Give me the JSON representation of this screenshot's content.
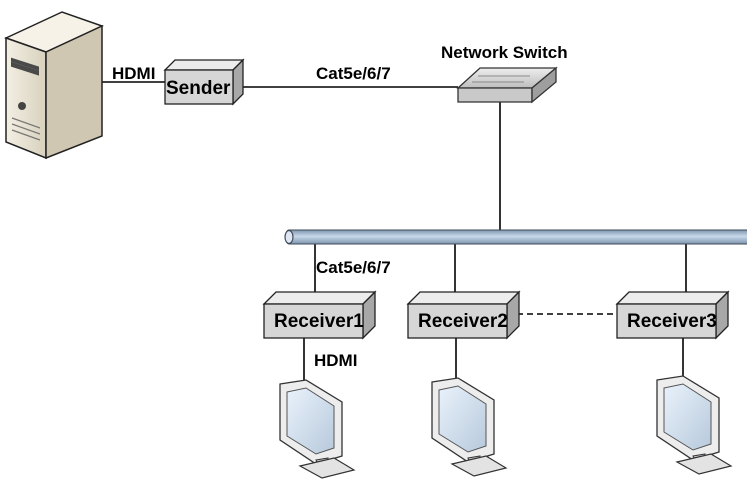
{
  "nodes": {
    "network_switch": "Network Switch",
    "sender": "Sender",
    "receivers": [
      "Receiver1",
      "Receiver2",
      "Receiver3"
    ]
  },
  "links": {
    "pc_to_sender": "HDMI",
    "sender_to_switch": "Cat5e/6/7",
    "bus_to_receiver": "Cat5e/6/7",
    "receiver_to_display": "HDMI"
  },
  "colors": {
    "device_face": "#d6d6d6",
    "device_top": "#ececec",
    "device_side": "#a8a8a8",
    "bus": "#b9cde2",
    "bus_edge": "#3e4a59",
    "line": "#000000"
  }
}
